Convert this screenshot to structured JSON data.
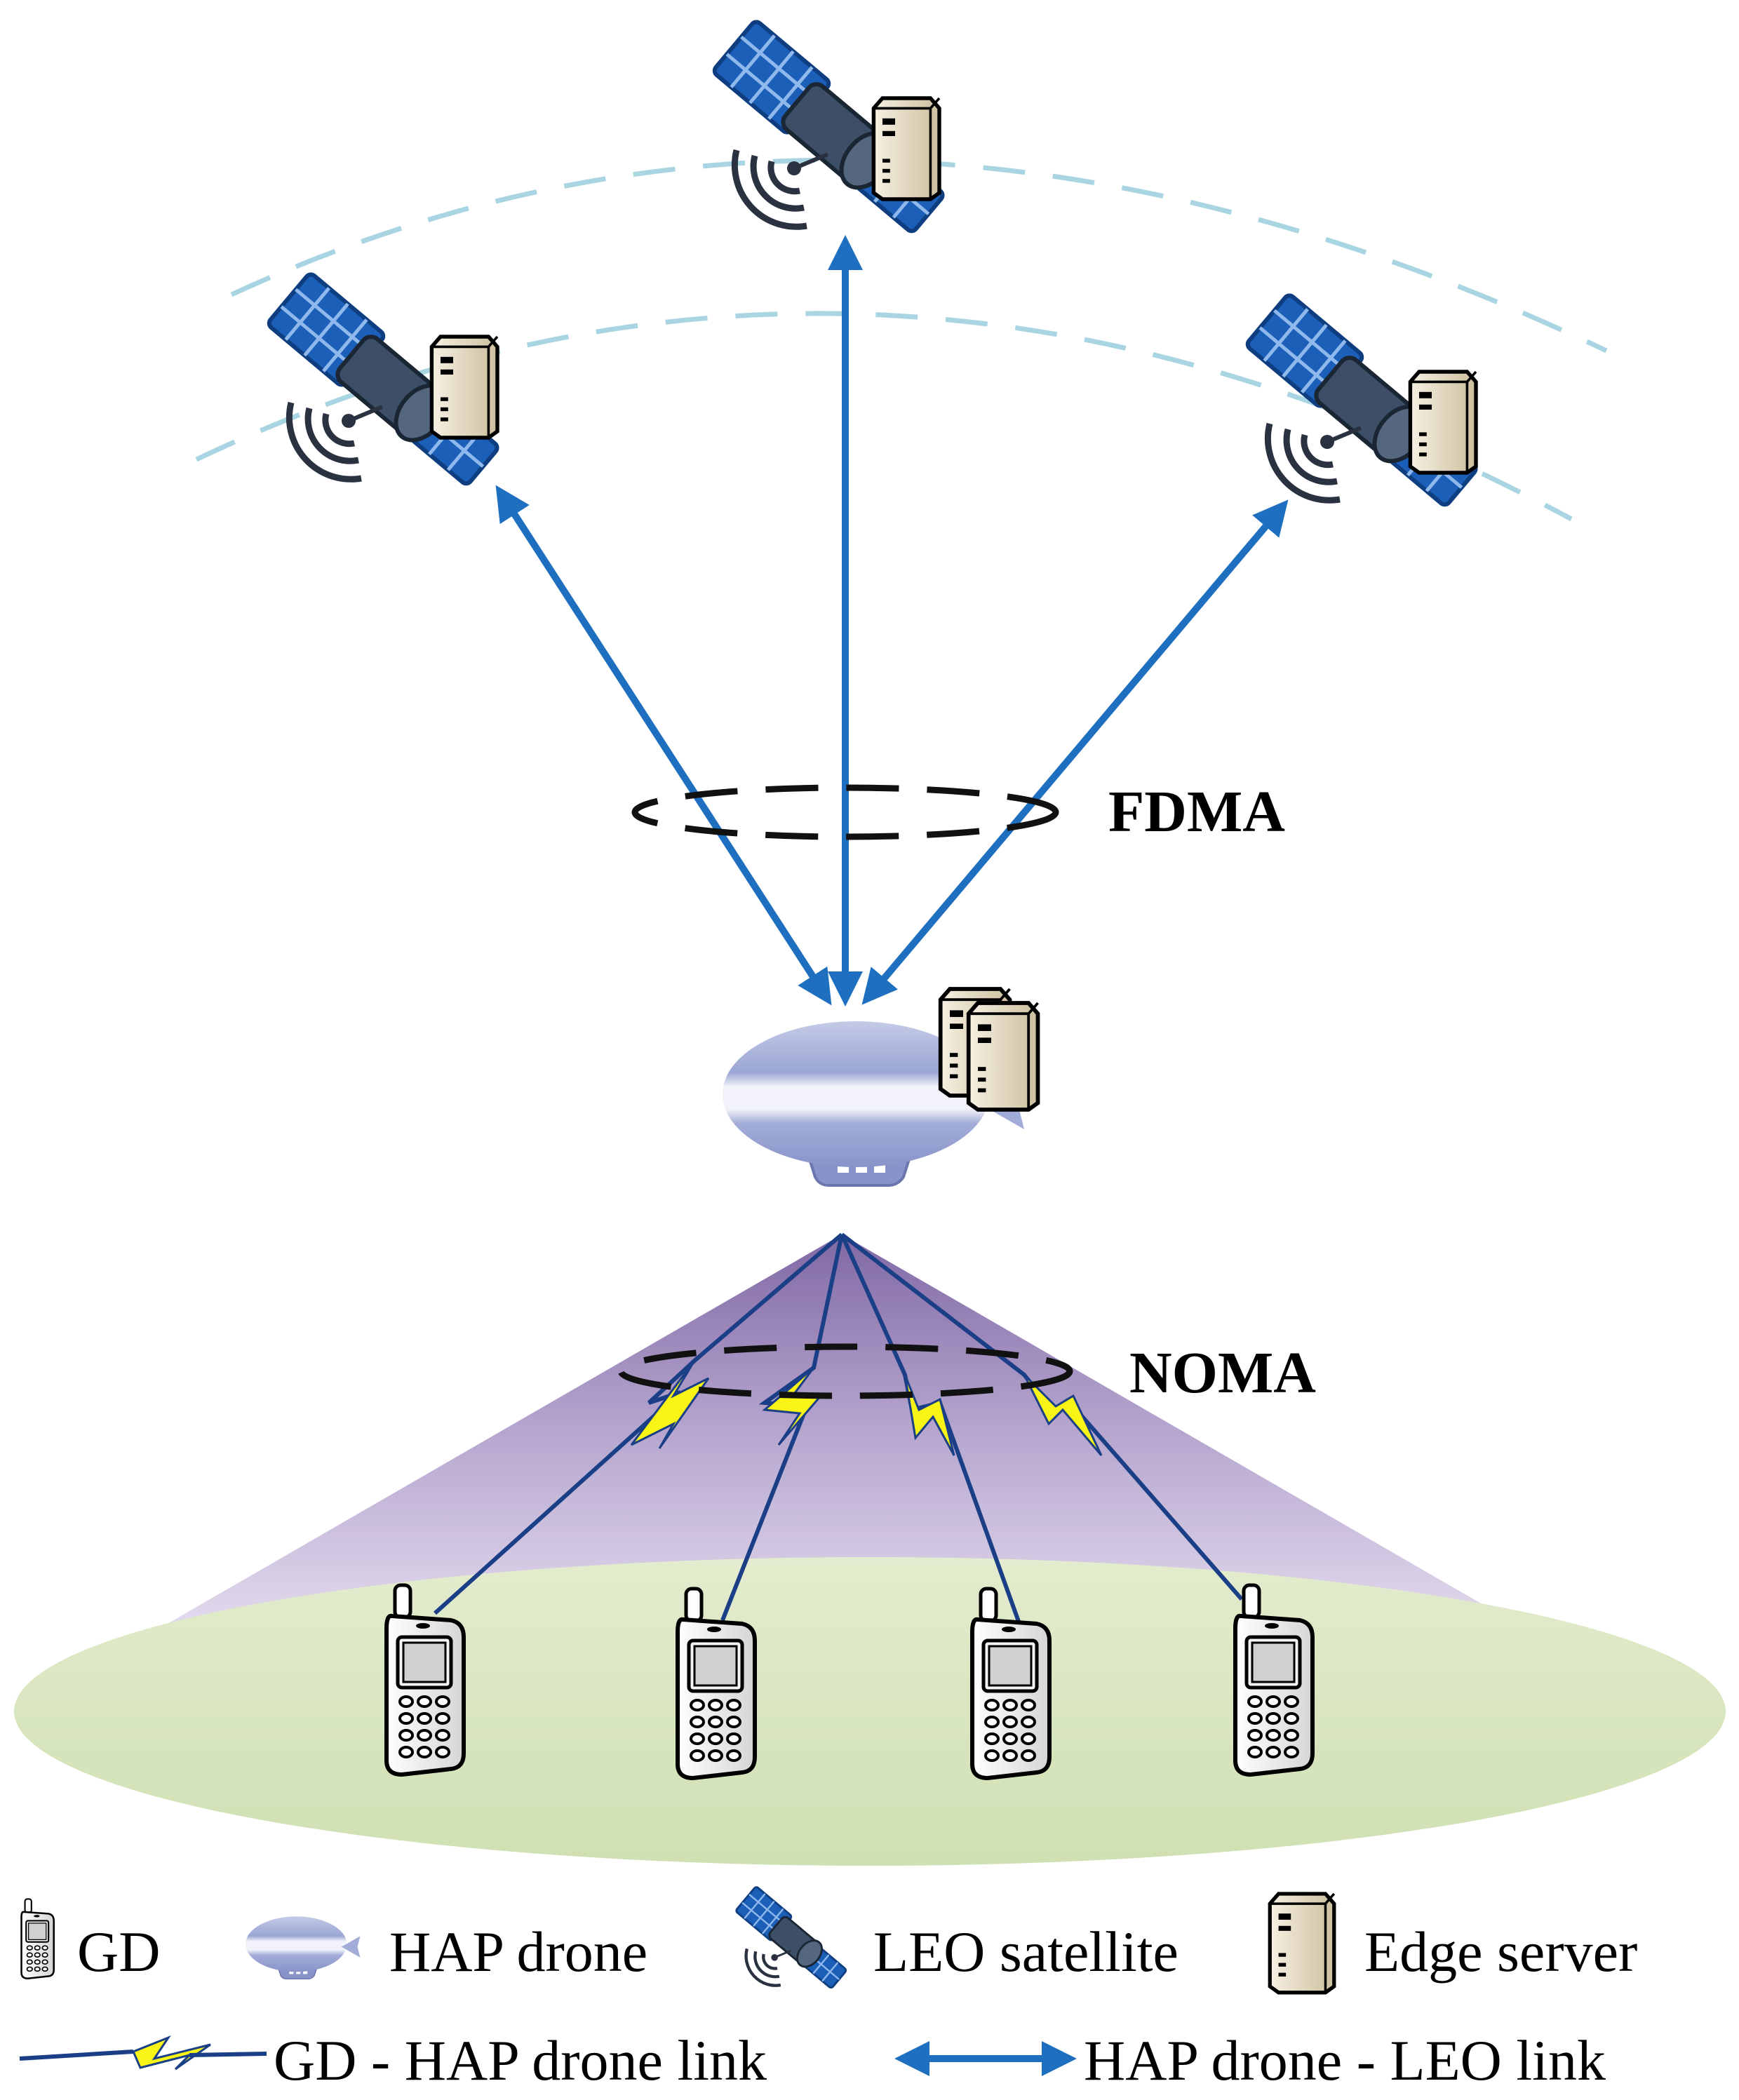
{
  "labels": {
    "fdma": "FDMA",
    "noma": "NOMA"
  },
  "legend": {
    "gd": "GD",
    "hap_drone": "HAP drone",
    "leo_satellite": "LEO satellite",
    "edge_server": "Edge server",
    "gd_hap_link": "GD - HAP drone link",
    "hap_leo_link": "HAP drone - LEO link"
  },
  "colors": {
    "uplink_arrow": "#1f6fc0",
    "orbit_dash": "#a9d5e2",
    "noma_beam": "#9b86b8",
    "ground": "#d3e2b8",
    "lightning": "#f7f416",
    "satellite_panel": "#1c5fb8",
    "satellite_body": "#3d4f66",
    "server_body": "#e6dcc6"
  },
  "icons": [
    "leo-satellite-icon",
    "edge-server-icon",
    "hap-drone-icon",
    "ground-device-icon",
    "lightning-link-icon",
    "double-arrow-icon"
  ]
}
